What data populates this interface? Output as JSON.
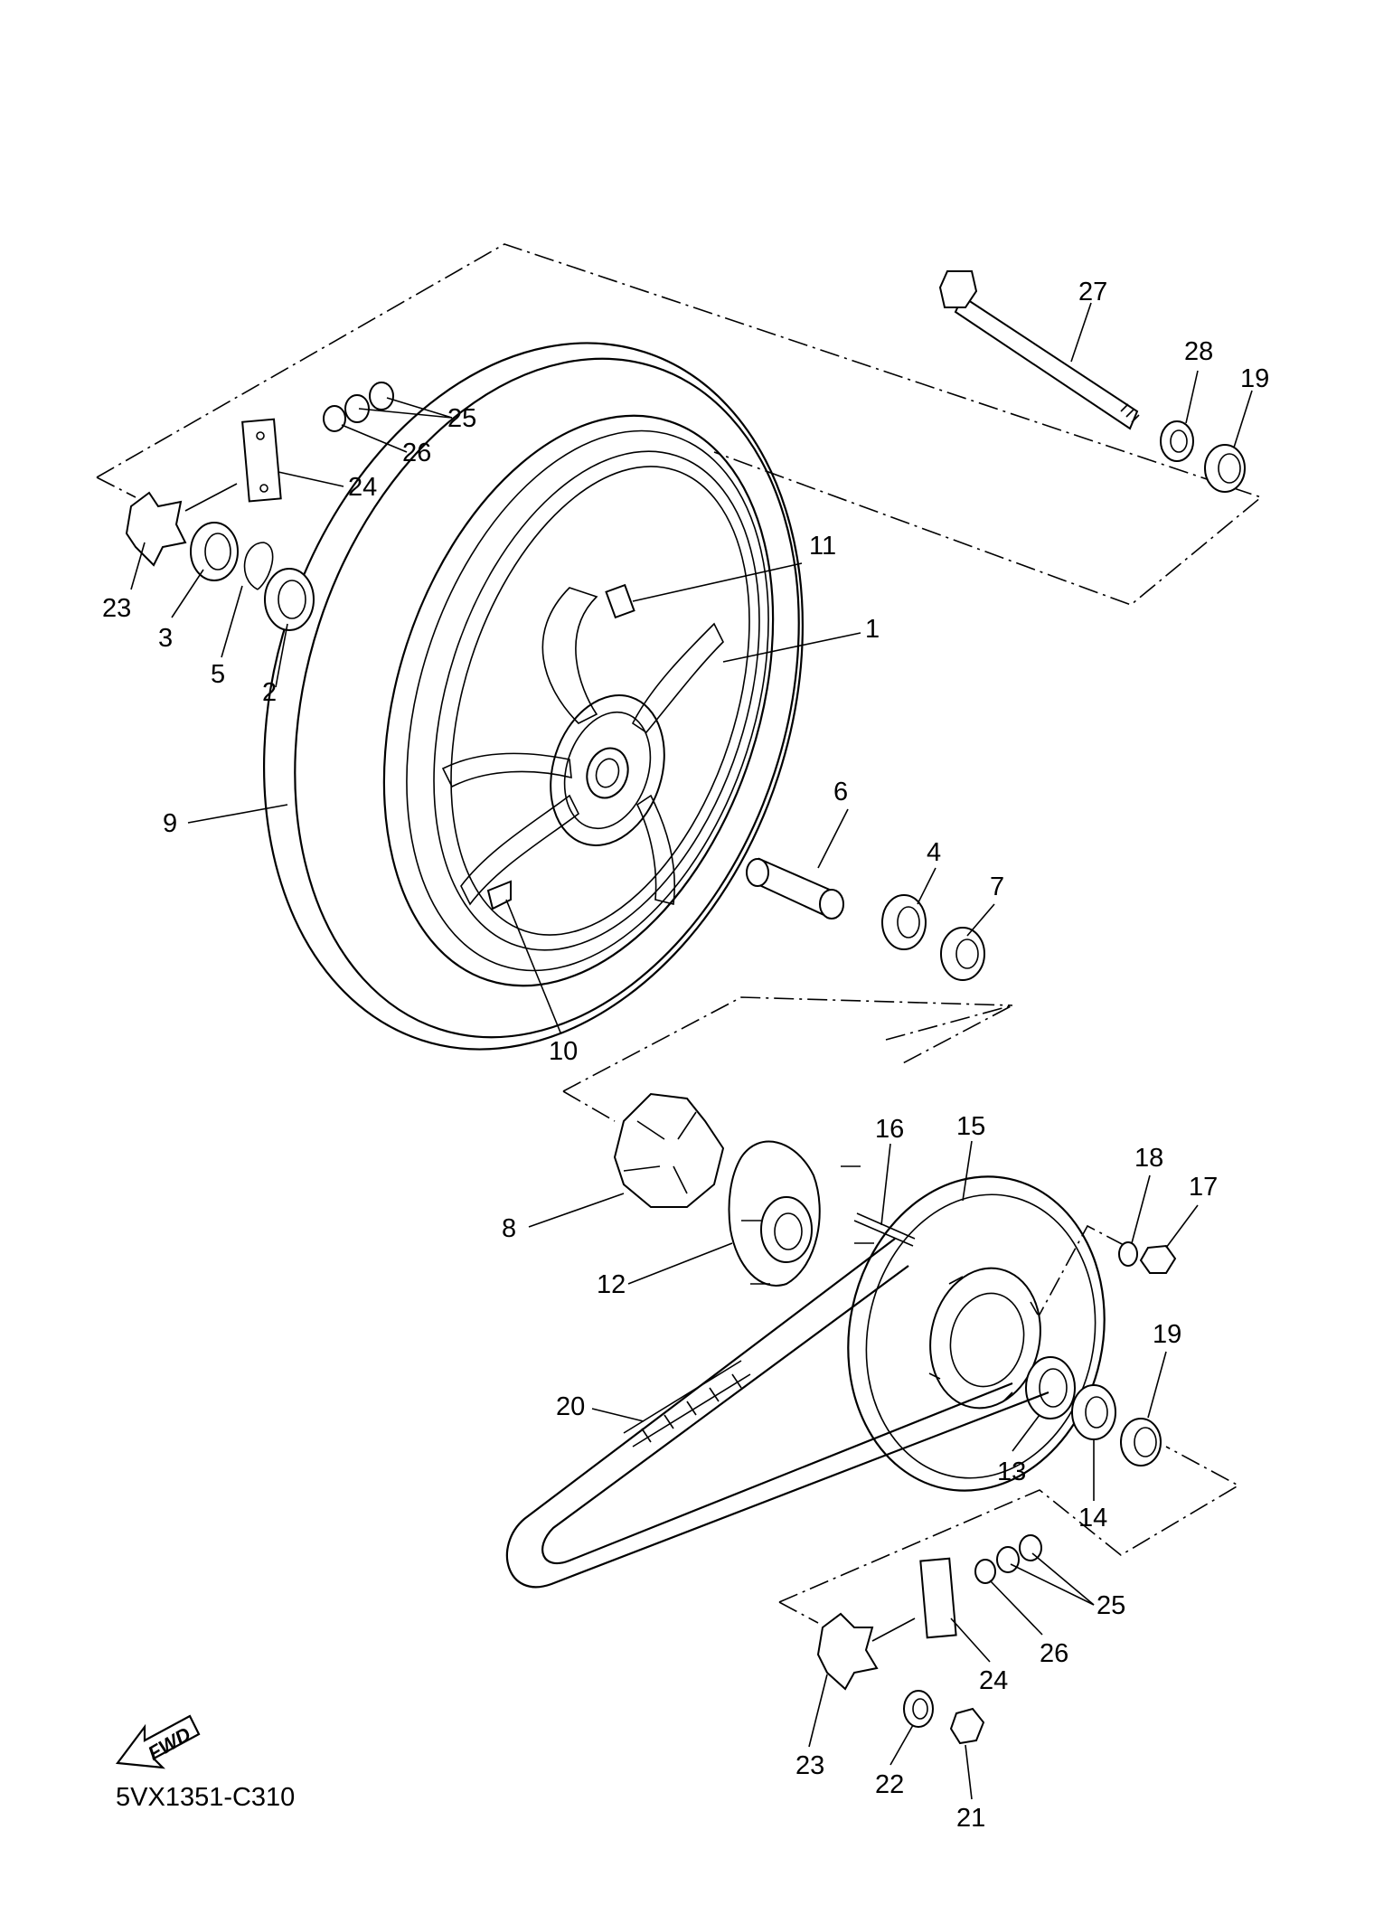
{
  "diagram_code": "5VX1351-C310",
  "fwd_label": "FWD",
  "callouts": [
    {
      "id": "c27a",
      "label": "27"
    },
    {
      "id": "c28",
      "label": "28"
    },
    {
      "id": "c19a",
      "label": "19"
    },
    {
      "id": "c25a",
      "label": "25"
    },
    {
      "id": "c26a",
      "label": "26"
    },
    {
      "id": "c24a",
      "label": "24"
    },
    {
      "id": "c11",
      "label": "11"
    },
    {
      "id": "c1",
      "label": "1"
    },
    {
      "id": "c23a",
      "label": "23"
    },
    {
      "id": "c3",
      "label": "3"
    },
    {
      "id": "c5",
      "label": "5"
    },
    {
      "id": "c2",
      "label": "2"
    },
    {
      "id": "c9",
      "label": "9"
    },
    {
      "id": "c6",
      "label": "6"
    },
    {
      "id": "c4",
      "label": "4"
    },
    {
      "id": "c7",
      "label": "7"
    },
    {
      "id": "c10",
      "label": "10"
    },
    {
      "id": "c16",
      "label": "16"
    },
    {
      "id": "c15",
      "label": "15"
    },
    {
      "id": "c18",
      "label": "18"
    },
    {
      "id": "c17",
      "label": "17"
    },
    {
      "id": "c8",
      "label": "8"
    },
    {
      "id": "c12",
      "label": "12"
    },
    {
      "id": "c19b",
      "label": "19"
    },
    {
      "id": "c20",
      "label": "20"
    },
    {
      "id": "c13",
      "label": "13"
    },
    {
      "id": "c14",
      "label": "14"
    },
    {
      "id": "c25b",
      "label": "25"
    },
    {
      "id": "c26b",
      "label": "26"
    },
    {
      "id": "c24b",
      "label": "24"
    },
    {
      "id": "c23b",
      "label": "23"
    },
    {
      "id": "c22",
      "label": "22"
    },
    {
      "id": "c21",
      "label": "21"
    }
  ]
}
